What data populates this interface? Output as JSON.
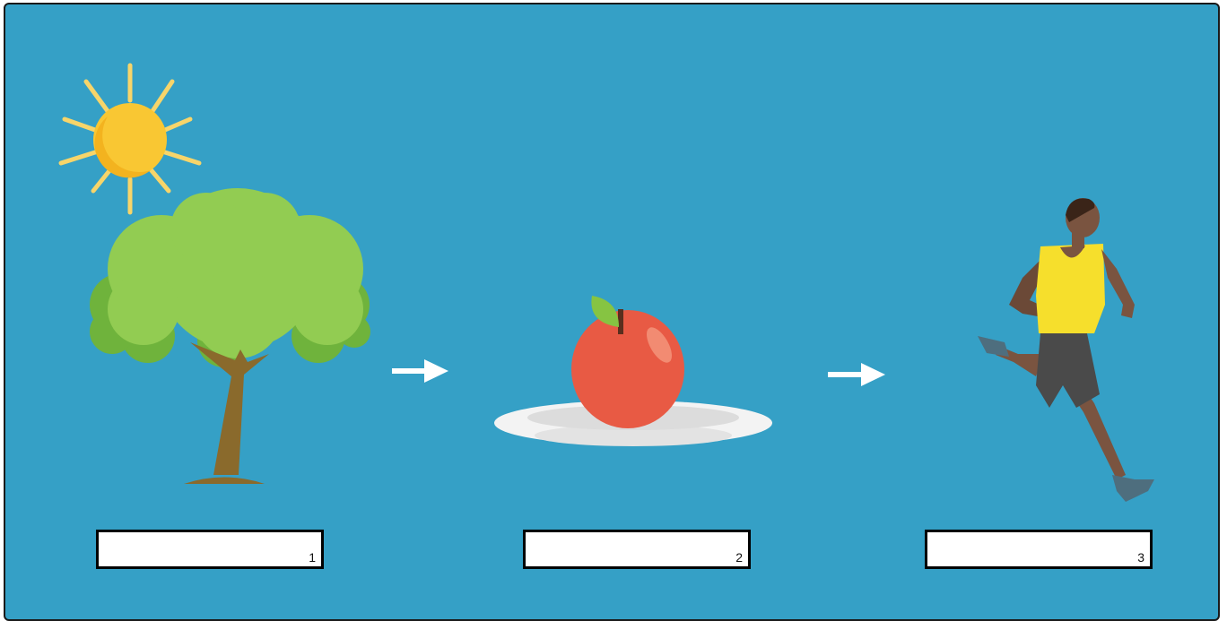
{
  "colors": {
    "background": "#35a0c6",
    "arrow": "#ffffff",
    "sun": "#f9c733",
    "tree_leaves": "#8fcc52",
    "tree_trunk": "#8a6a2c",
    "apple": "#e85a44",
    "plate": "#f2f2f2",
    "runner_shirt": "#f6df2c",
    "runner_shorts": "#4a4a4a"
  },
  "images": [
    {
      "name": "sun-icon"
    },
    {
      "name": "tree-icon"
    },
    {
      "name": "apple-on-plate-icon"
    },
    {
      "name": "runner-icon"
    }
  ],
  "arrows": [
    {
      "name": "arrow-right-icon"
    },
    {
      "name": "arrow-right-icon"
    }
  ],
  "answer_boxes": [
    {
      "number": "1",
      "value": ""
    },
    {
      "number": "2",
      "value": ""
    },
    {
      "number": "3",
      "value": ""
    }
  ]
}
